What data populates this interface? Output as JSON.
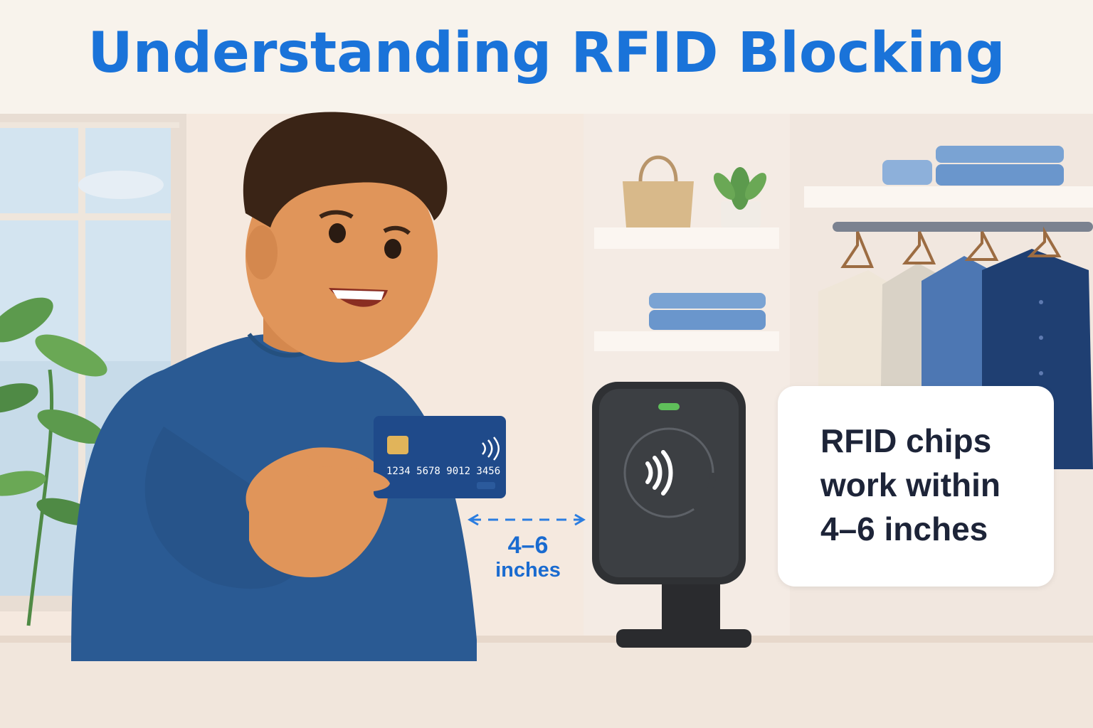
{
  "title": "Understanding RFID Blocking",
  "info_box": {
    "line1": "RFID chips",
    "line2": "work within",
    "line3": "4–6 inches"
  },
  "distance": {
    "value": "4–6",
    "unit": "inches"
  },
  "card": {
    "number": "1234  5678  9012  3456"
  },
  "colors": {
    "title": "#1a73d9",
    "shirt": "#2a5a93",
    "card": "#1f4a8a",
    "reader": "#2f3134",
    "reader_light": "#5fbf5a",
    "info_text": "#1d2438"
  },
  "icons": [
    "contactless-icon",
    "chip-icon",
    "double-arrow-icon"
  ]
}
